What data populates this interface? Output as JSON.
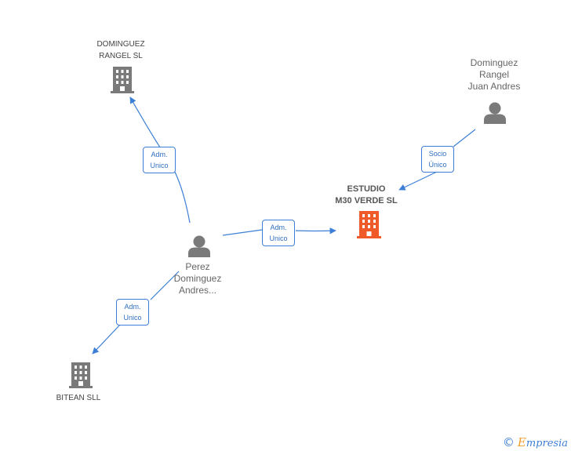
{
  "nodes": {
    "dominguez_rangel_sl": {
      "lines": [
        "DOMINGUEZ",
        "RANGEL SL"
      ],
      "type": "company",
      "icon": "building-icon",
      "color": "#7a7a7a"
    },
    "dominguez_rangel_juan_andres": {
      "lines": [
        "Dominguez",
        "Rangel",
        "Juan Andres"
      ],
      "type": "person",
      "icon": "person-icon",
      "color": "#7a7a7a"
    },
    "estudio_m30_verde_sl": {
      "lines": [
        "ESTUDIO",
        "M30 VERDE SL"
      ],
      "type": "company",
      "icon": "building-icon",
      "color": "#f05a28",
      "focus": true
    },
    "perez_dominguez_andres": {
      "lines": [
        "Perez",
        "Dominguez",
        "Andres..."
      ],
      "type": "person",
      "icon": "person-icon",
      "color": "#7a7a7a"
    },
    "bitean_sll": {
      "lines": [
        "BITEAN  SLL"
      ],
      "type": "company",
      "icon": "building-icon",
      "color": "#7a7a7a"
    }
  },
  "edges": [
    {
      "from": "perez_dominguez_andres",
      "to": "dominguez_rangel_sl",
      "label": [
        "Adm.",
        "Unico"
      ]
    },
    {
      "from": "dominguez_rangel_juan_andres",
      "to": "estudio_m30_verde_sl",
      "label": [
        "Socio",
        "Único"
      ]
    },
    {
      "from": "perez_dominguez_andres",
      "to": "estudio_m30_verde_sl",
      "label": [
        "Adm.",
        "Unico"
      ]
    },
    {
      "from": "perez_dominguez_andres",
      "to": "bitean_sll",
      "label": [
        "Adm.",
        "Unico"
      ]
    }
  ],
  "colors": {
    "edge": "#3d7fd6",
    "icon": "#7a7a7a",
    "focus": "#f05a28"
  },
  "footer": {
    "copyright": "©",
    "brand_initial": "E",
    "brand_rest": "mpresia"
  }
}
